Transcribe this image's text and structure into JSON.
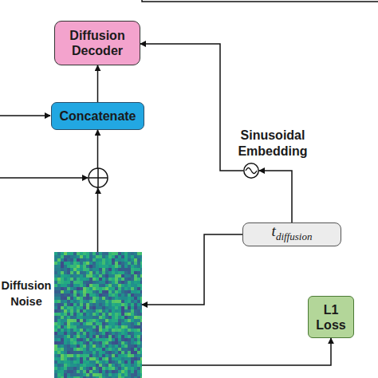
{
  "diagram": {
    "nodes": [
      {
        "text": [
          "Diffusion Decoder"
        ]
      },
      {
        "text": [
          "Concatenate"
        ]
      },
      {
        "text": [
          "Sinusoidal Embedding"
        ]
      },
      {
        "text": [
          "t",
          "diffusion"
        ]
      },
      {
        "text": [
          "Diffusion Noise"
        ]
      },
      {
        "text": [
          "L1 Loss"
        ]
      }
    ],
    "edges": [
      {
        "from": 1,
        "to": 0,
        "arrow": "to"
      },
      {
        "from": 4,
        "to": 1,
        "arrow": "to"
      },
      {
        "from": 2,
        "to": 0,
        "arrow": "to"
      },
      {
        "from": 3,
        "to": 2,
        "arrow": "to"
      },
      {
        "from": 3,
        "to": 4,
        "arrow": "to"
      },
      {
        "from": 4,
        "to": 5,
        "arrow": "to"
      }
    ]
  }
}
